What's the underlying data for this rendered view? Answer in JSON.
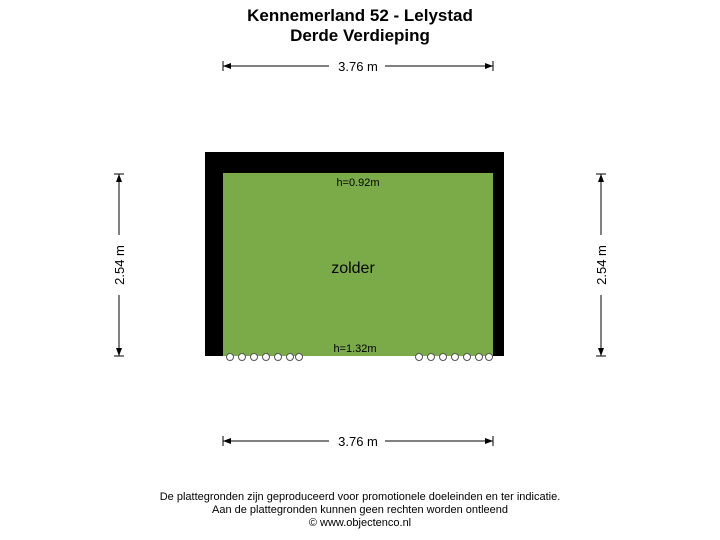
{
  "header": {
    "address": "Kennemerland 52 - Lelystad",
    "floor": "Derde Verdieping"
  },
  "dimensions": {
    "top_width": "3.76 m",
    "bottom_width": "3.76 m",
    "left_depth": "2.54 m",
    "right_depth": "2.54 m"
  },
  "room": {
    "name": "zolder",
    "height_top": "h=0.92m",
    "height_bottom": "h=1.32m"
  },
  "colors": {
    "room_fill": "#7aab48",
    "wall": "#000000"
  },
  "footer": {
    "line1": "De plattegronden zijn geproduceerd voor promotionele doeleinden en ter indicatie.",
    "line2": "Aan de plattegronden kunnen geen rechten worden ontleend",
    "line3": "© www.objectenco.nl"
  }
}
